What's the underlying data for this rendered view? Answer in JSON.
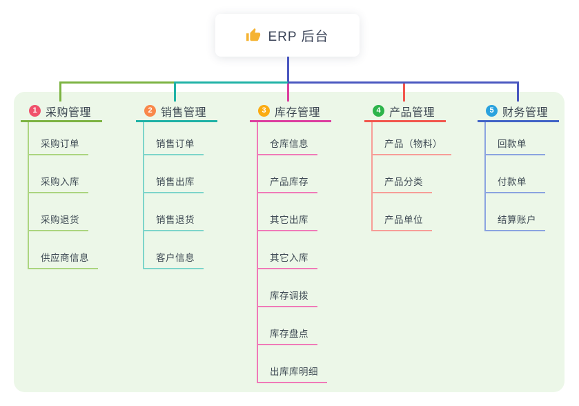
{
  "root": {
    "title": "ERP 后台",
    "icon": "thumbs-up-icon",
    "icon_color": "#f5b332",
    "line_color": "#4a57c0"
  },
  "canvas": {
    "page_bg": "#ffffff",
    "panel_color": "#ecf7e8"
  },
  "branches": [
    {
      "badge": "1",
      "label": "采购管理",
      "badge_color": "#f0516b",
      "color": "#7cb342",
      "light_color": "#abd57f",
      "children": [
        "采购订单",
        "采购入库",
        "采购退货",
        "供应商信息"
      ]
    },
    {
      "badge": "2",
      "label": "销售管理",
      "badge_color": "#f9884a",
      "color": "#1fb2a6",
      "light_color": "#7dd5ca",
      "children": [
        "销售订单",
        "销售出库",
        "销售退货",
        "客户信息"
      ]
    },
    {
      "badge": "3",
      "label": "库存管理",
      "badge_color": "#fbab11",
      "color": "#dc3f9f",
      "light_color": "#f07ab8",
      "children": [
        "仓库信息",
        "产品库存",
        "其它出库",
        "其它入库",
        "库存调拨",
        "库存盘点",
        "出库库明细"
      ]
    },
    {
      "badge": "4",
      "label": "产品管理",
      "badge_color": "#2db44b",
      "color": "#f2564d",
      "light_color": "#f79d97",
      "children": [
        "产品（物料）",
        "产品分类",
        "产品单位"
      ]
    },
    {
      "badge": "5",
      "label": "财务管理",
      "badge_color": "#2aa2de",
      "color": "#4164c6",
      "light_color": "#8aa3e0",
      "children": [
        "回款单",
        "付款单",
        "结算账户"
      ]
    }
  ]
}
